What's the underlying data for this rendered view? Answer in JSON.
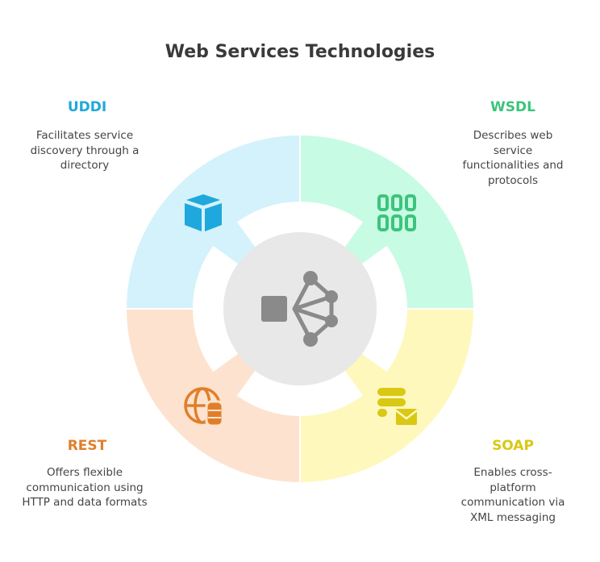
{
  "title": "Web Services Technologies",
  "center_icon": "network-hub-icon",
  "segments": [
    {
      "id": "uddi",
      "label": "UDDI",
      "description": "Facilitates service discovery through a directory",
      "icon": "cube-icon",
      "color": "#1fa8dd",
      "fill": "#d3f2fb"
    },
    {
      "id": "wsdl",
      "label": "WSDL",
      "description": "Describes web service functionalities and protocols",
      "icon": "grid-icon",
      "color": "#3cc47c",
      "fill": "#c8fbe4"
    },
    {
      "id": "rest",
      "label": "REST",
      "description": "Offers flexible communication using HTTP and data formats",
      "icon": "globe-database-icon",
      "color": "#e07f2b",
      "fill": "#fde3cf"
    },
    {
      "id": "soap",
      "label": "SOAP",
      "description": "Enables cross-platform communication via XML messaging",
      "icon": "server-mail-icon",
      "color": "#d9c814",
      "fill": "#fef8bd"
    }
  ]
}
